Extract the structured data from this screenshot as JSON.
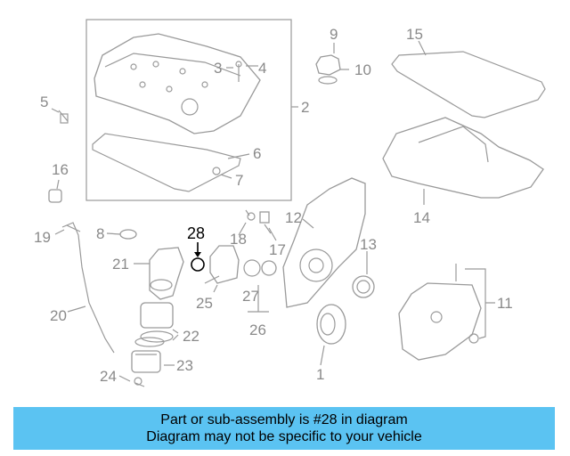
{
  "labels": {
    "l1": "1",
    "l2": "2",
    "l3": "3",
    "l4": "4",
    "l5": "5",
    "l6": "6",
    "l7": "7",
    "l8": "8",
    "l9": "9",
    "l10": "10",
    "l11": "11",
    "l12": "12",
    "l13": "13",
    "l14": "14",
    "l15": "15",
    "l16": "16",
    "l17": "17",
    "l18": "18",
    "l19": "19",
    "l20": "20",
    "l21": "21",
    "l22": "22",
    "l23": "23",
    "l24": "24",
    "l25": "25",
    "l26": "26",
    "l27": "27",
    "l28": "28"
  },
  "highlight_part": "28",
  "banner": {
    "line1": "Part or sub-assembly is #28 in diagram",
    "line2": "Diagram may not be specific to your vehicle",
    "color": "#5bc3f2"
  }
}
